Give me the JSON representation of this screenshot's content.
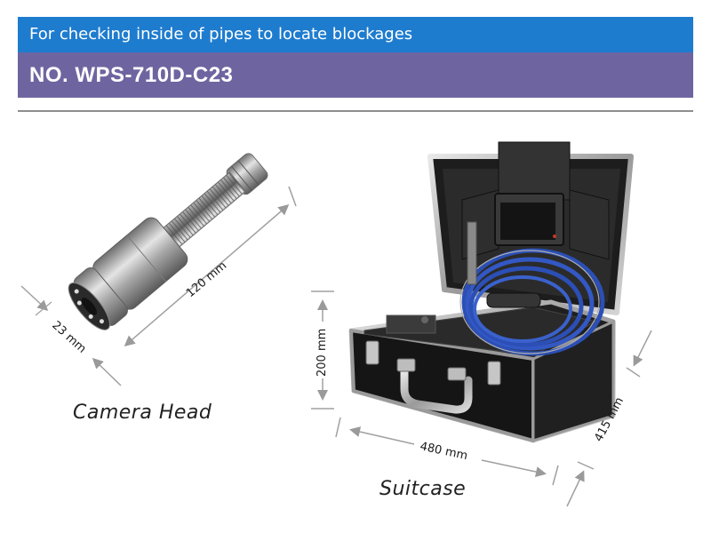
{
  "header": {
    "tagline": "For checking inside of pipes to locate blockages",
    "model": "NO. WPS-710D-C23"
  },
  "camera_head": {
    "caption": "Camera Head",
    "length_label": "120 mm",
    "diameter_label": "23 mm"
  },
  "suitcase": {
    "caption": "Suitcase",
    "height_label": "200 mm",
    "width_label": "480 mm",
    "depth_label": "415 mm"
  },
  "colors": {
    "tagline_bar": "#1e7ccf",
    "model_bar": "#6e65a0",
    "divider": "#8e8e8e",
    "cable": "#2b4fb5"
  }
}
